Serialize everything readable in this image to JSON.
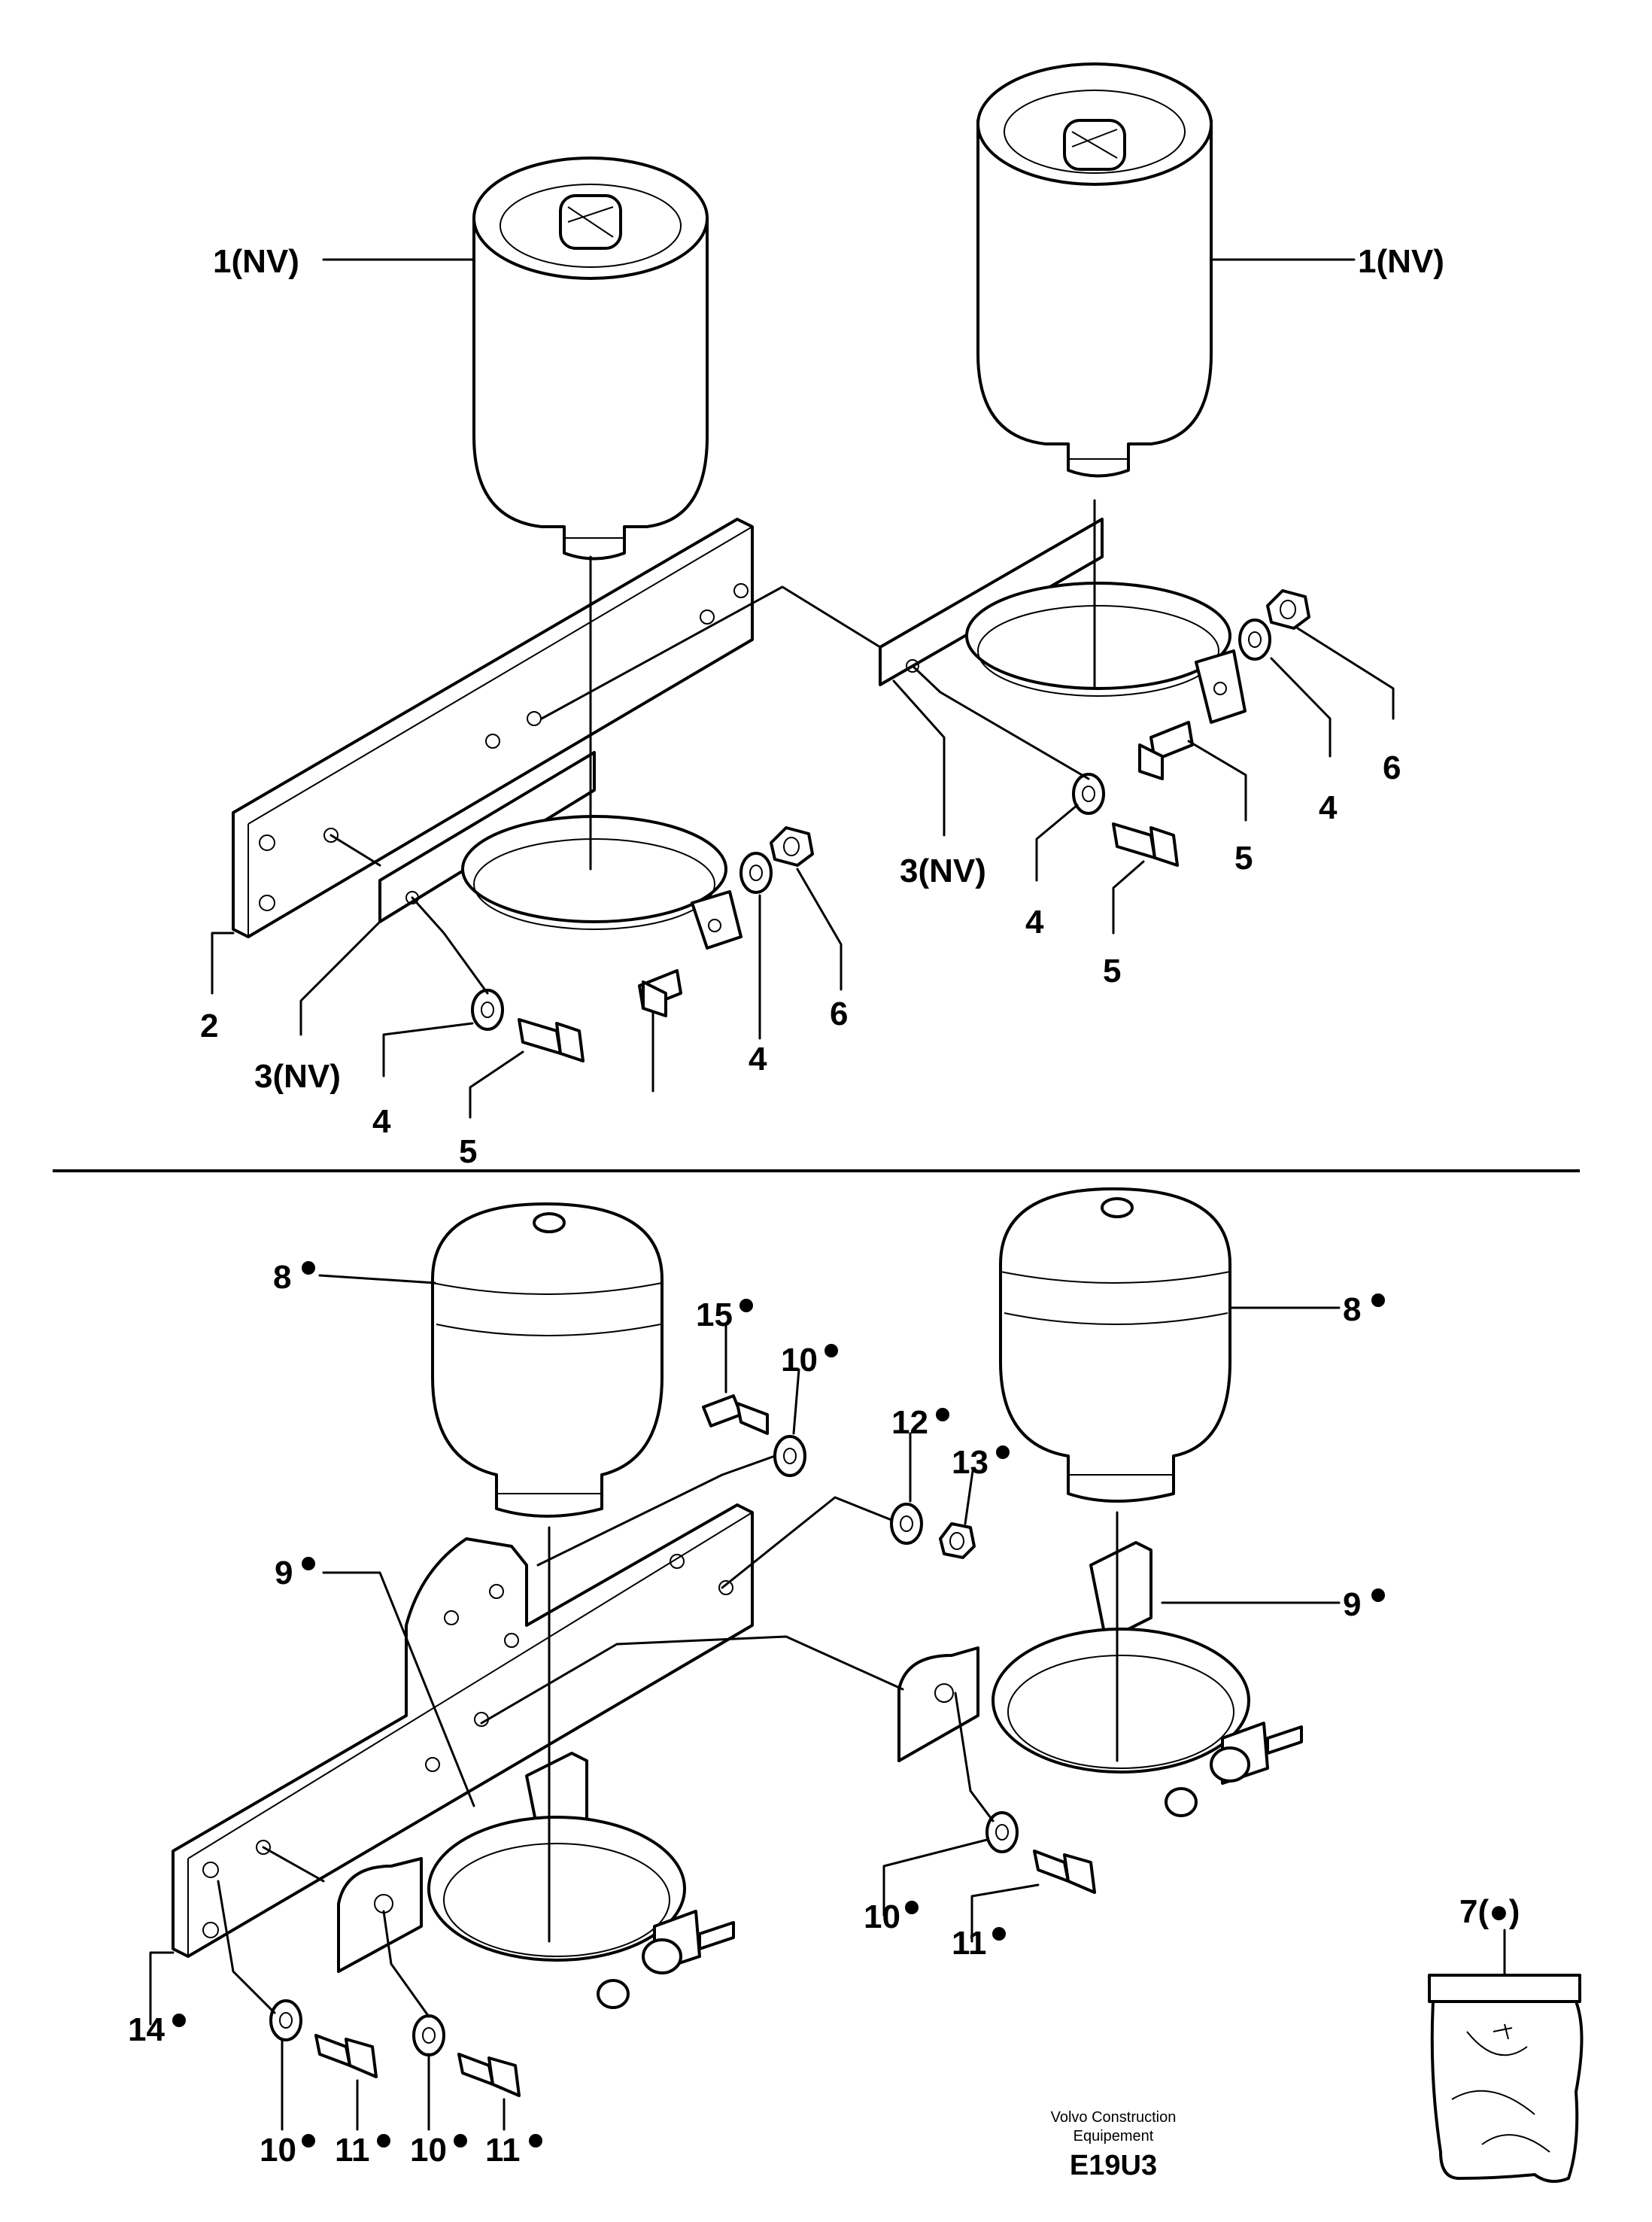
{
  "labels": {
    "p1_left": "1(NV)",
    "p1_right": "1(NV)",
    "p2": "2",
    "p3_left": "3(NV)",
    "p3_right": "3(NV)",
    "p4_a": "4",
    "p4_b": "4",
    "p4_c": "4",
    "p4_d": "4",
    "p5_a": "5",
    "p5_b": "5",
    "p5_c": "5",
    "p6_a": "6",
    "p6_b": "6",
    "p7": "7(●)",
    "p8_left": "8",
    "p8_right": "8",
    "p9_left": "9",
    "p9_right": "9",
    "p10_a": "10",
    "p10_b": "10",
    "p10_c": "10",
    "p10_d": "10",
    "p11_a": "11",
    "p11_b": "11",
    "p11_c": "11",
    "p12": "12",
    "p13": "13",
    "p14": "14",
    "p15": "15"
  },
  "footer": {
    "company_line1": "Volvo Construction",
    "company_line2": "Equipement",
    "drawing_code": "E19U3"
  }
}
